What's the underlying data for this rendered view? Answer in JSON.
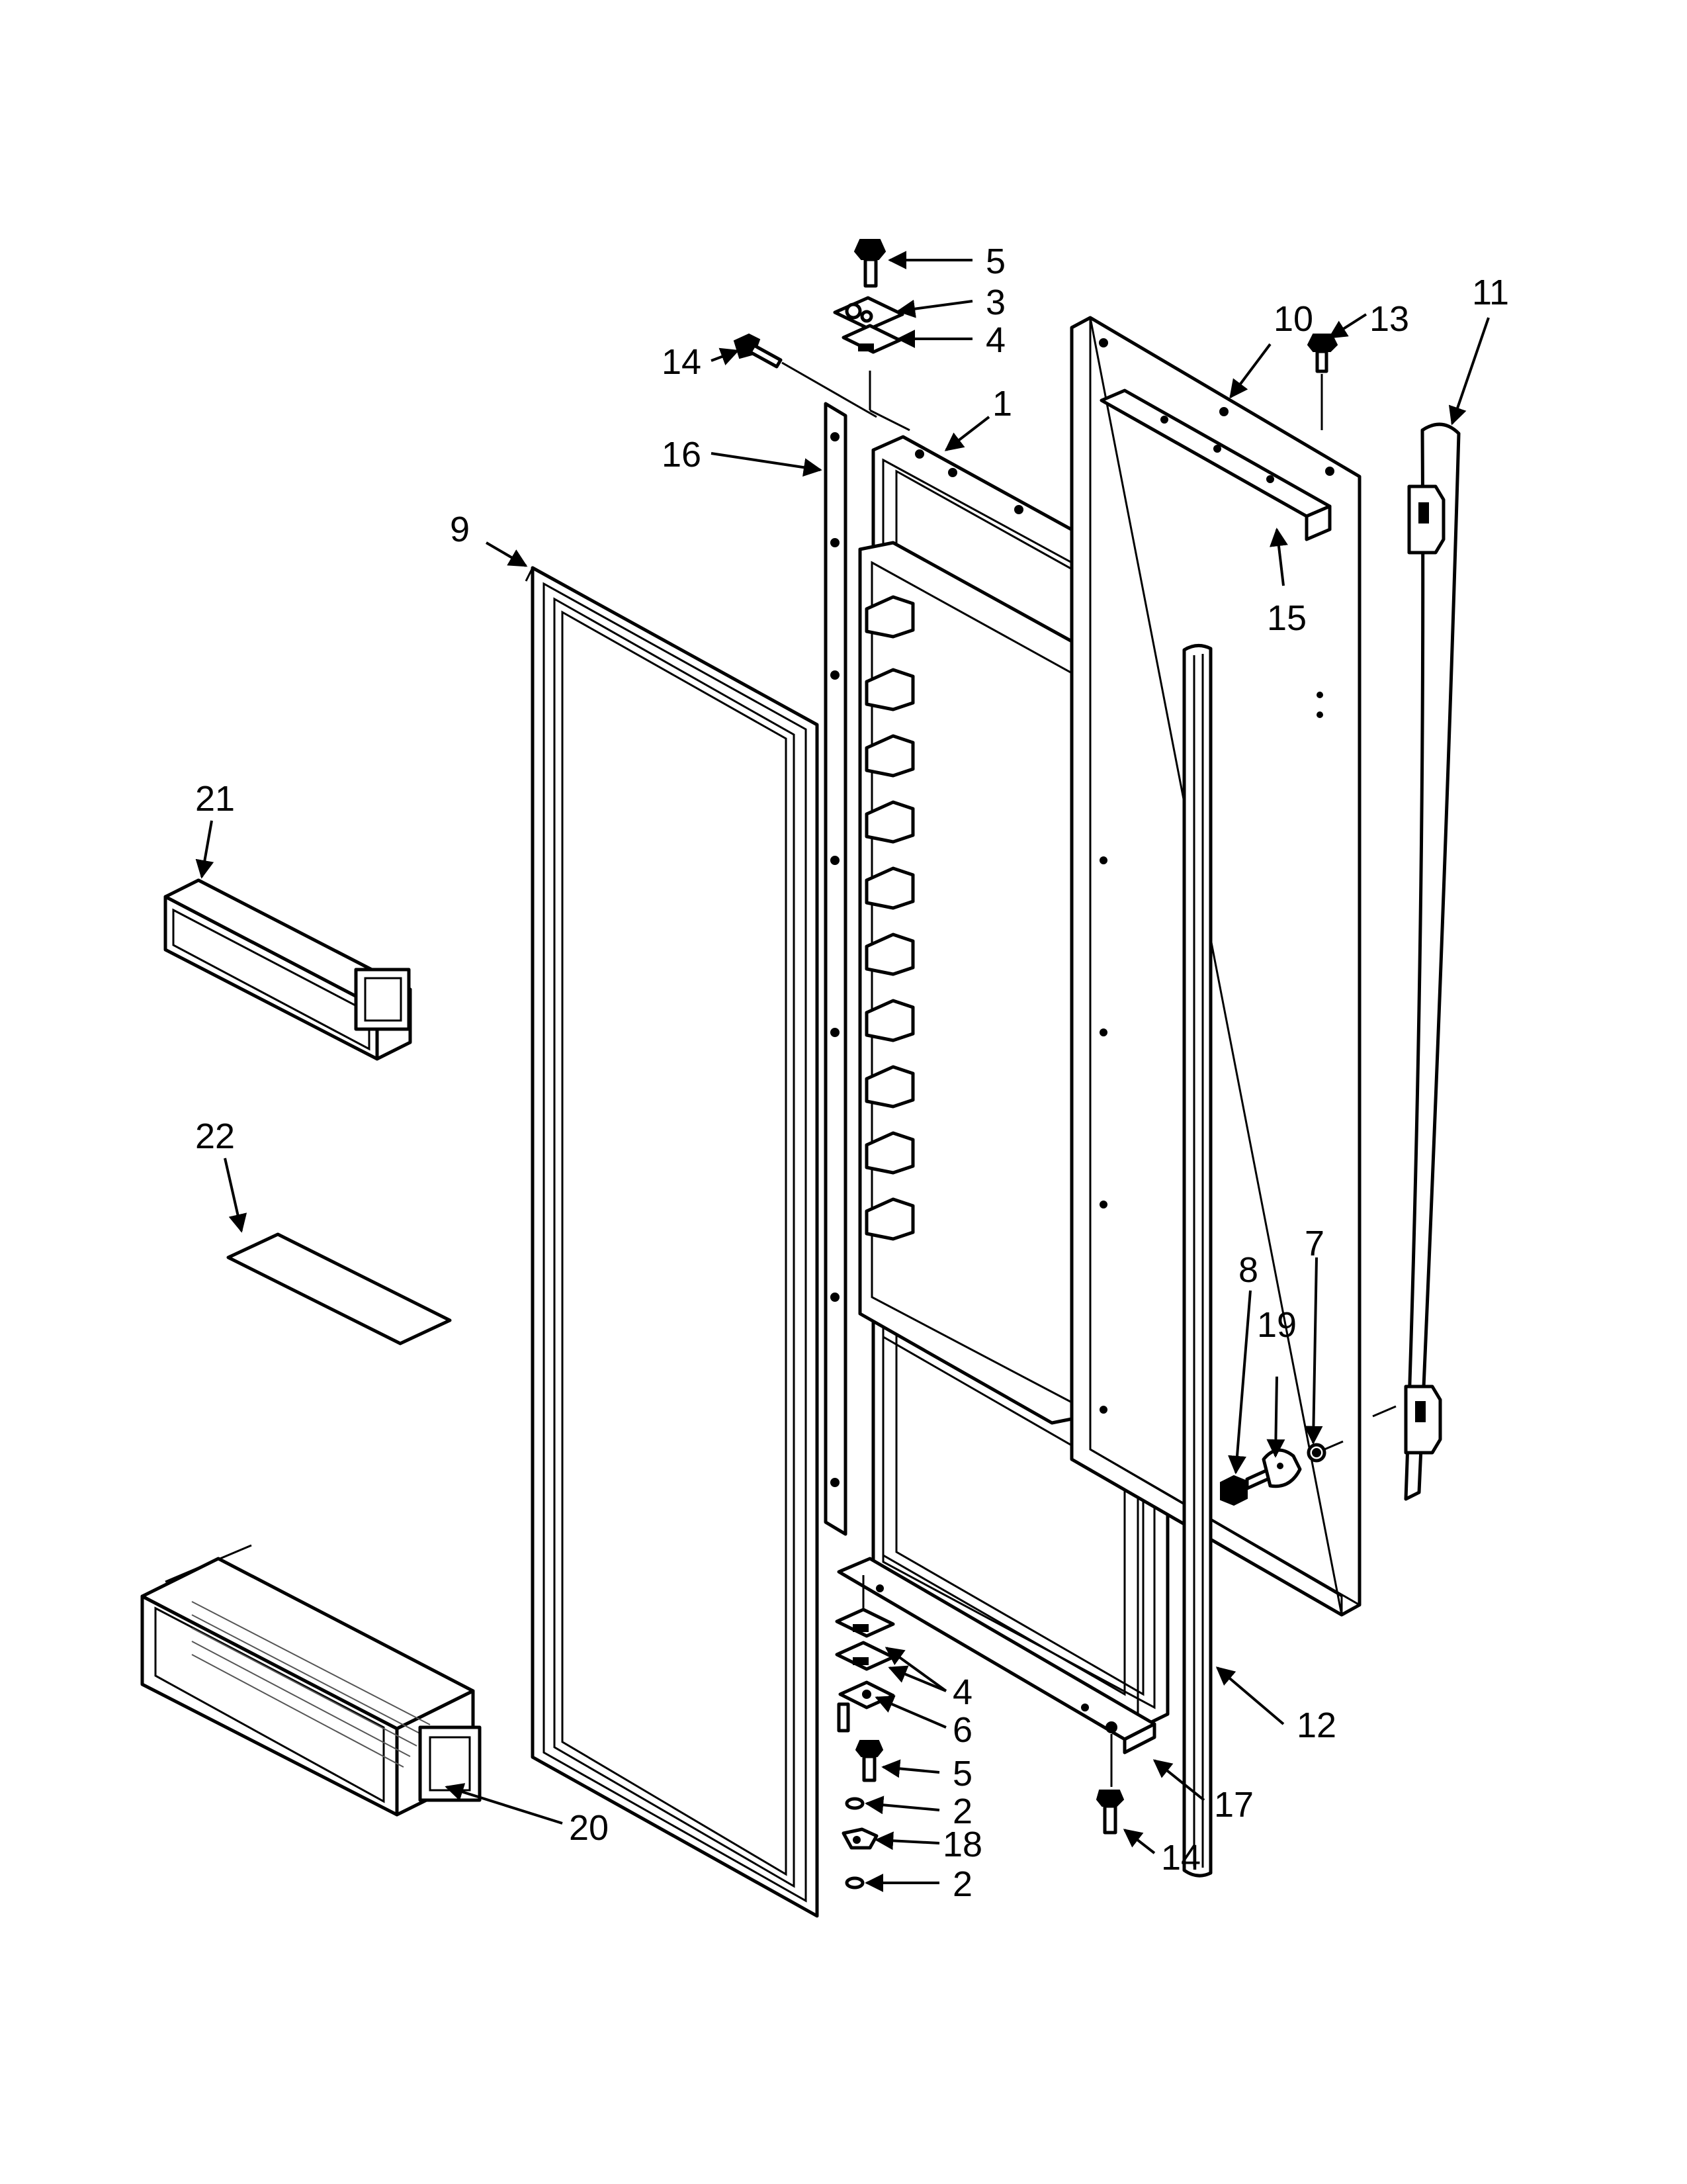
{
  "diagram": {
    "callouts": [
      {
        "id": "c5-top",
        "label": "5"
      },
      {
        "id": "c3-top",
        "label": "3"
      },
      {
        "id": "c4-top",
        "label": "4"
      },
      {
        "id": "c1",
        "label": "1"
      },
      {
        "id": "c10",
        "label": "10"
      },
      {
        "id": "c13",
        "label": "13"
      },
      {
        "id": "c11",
        "label": "11"
      },
      {
        "id": "c14-top",
        "label": "14"
      },
      {
        "id": "c16",
        "label": "16"
      },
      {
        "id": "c9",
        "label": "9"
      },
      {
        "id": "c15",
        "label": "15"
      },
      {
        "id": "c21",
        "label": "21"
      },
      {
        "id": "c22",
        "label": "22"
      },
      {
        "id": "c8",
        "label": "8"
      },
      {
        "id": "c7",
        "label": "7"
      },
      {
        "id": "c19",
        "label": "19"
      },
      {
        "id": "c4-bottom",
        "label": "4"
      },
      {
        "id": "c6",
        "label": "6"
      },
      {
        "id": "c12",
        "label": "12"
      },
      {
        "id": "c5-bottom",
        "label": "5"
      },
      {
        "id": "c2-upper",
        "label": "2"
      },
      {
        "id": "c17",
        "label": "17"
      },
      {
        "id": "c18",
        "label": "18"
      },
      {
        "id": "c14-bottom",
        "label": "14"
      },
      {
        "id": "c20",
        "label": "20"
      },
      {
        "id": "c2-lower",
        "label": "2"
      }
    ]
  }
}
